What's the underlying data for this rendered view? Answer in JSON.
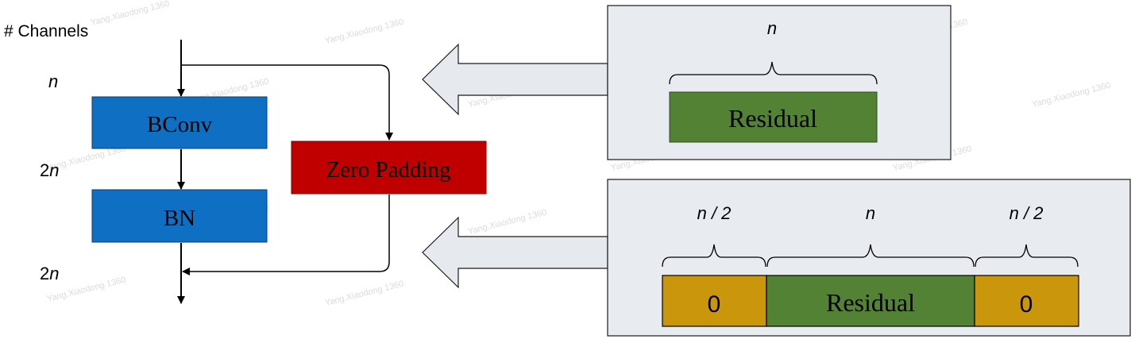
{
  "labels": {
    "channels_header": "# Channels",
    "ch_input": "n",
    "ch_after_bconv_num": "2",
    "ch_after_bconv_var": "n",
    "ch_output_num": "2",
    "ch_output_var": "n"
  },
  "blocks": {
    "bconv": "BConv",
    "bn": "BN",
    "zero_padding": "Zero Padding"
  },
  "panel_top": {
    "brace_label": "n",
    "residual": "Residual"
  },
  "panel_bottom": {
    "brace_left": "n / 2",
    "brace_mid": "n",
    "brace_right": "n / 2",
    "pad_left": "0",
    "residual": "Residual",
    "pad_right": "0"
  },
  "watermark": "Yang.Xiaodong 1360",
  "colors": {
    "bconv_bn": "#0f6fc2",
    "zero_padding": "#c00000",
    "residual": "#548235",
    "zero_pad_cell": "#c9960c",
    "panel_fill": "#e8ecf1",
    "arrow_fill": "#e6eaef"
  }
}
